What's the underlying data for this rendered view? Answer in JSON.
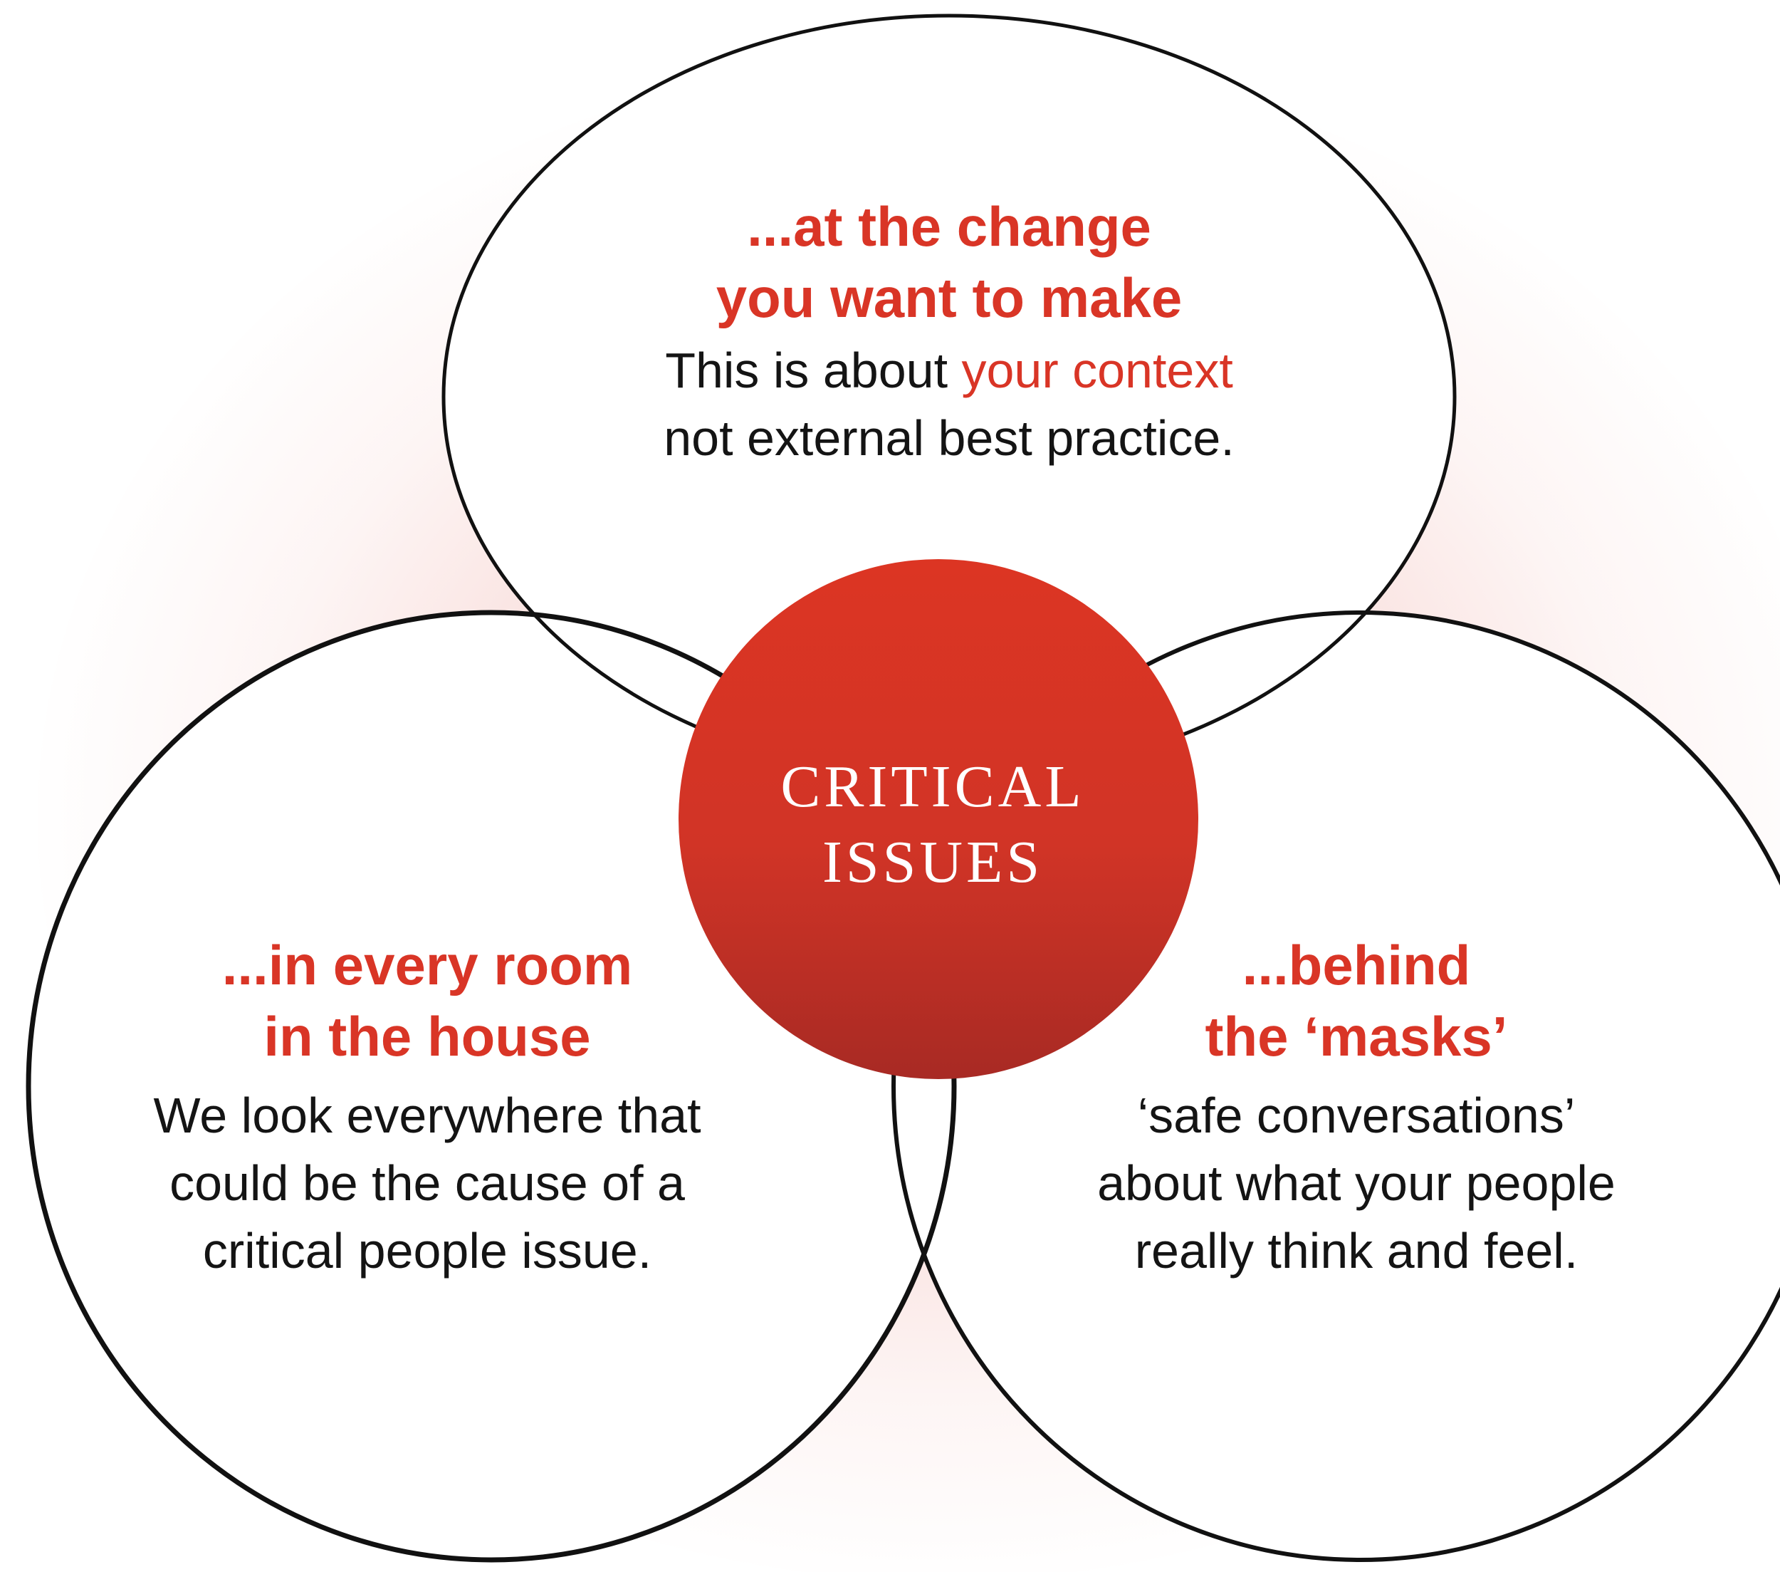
{
  "colors": {
    "accent_red": "#d93526",
    "dark_red": "#a82a24",
    "text_dark": "#141414",
    "outline": "#111111",
    "background": "#ffffff"
  },
  "center": {
    "line1": "CRITICAL",
    "line2": "ISSUES"
  },
  "top": {
    "heading_line1": "...at the change",
    "heading_line2": "you want to make",
    "body_line1_prefix": "This is about ",
    "body_line1_highlight": "your context",
    "body_line2": "not external best practice."
  },
  "left": {
    "heading_line1": "...in every room",
    "heading_line2": "in the house",
    "body_line1": "We look everywhere that",
    "body_line2": "could be the cause of a",
    "body_line3": "critical people issue."
  },
  "right": {
    "heading_line1": "...behind",
    "heading_line2": "the ‘masks’",
    "body_line1": "‘safe conversations’",
    "body_line2": "about what your people",
    "body_line3": "really think and feel."
  }
}
